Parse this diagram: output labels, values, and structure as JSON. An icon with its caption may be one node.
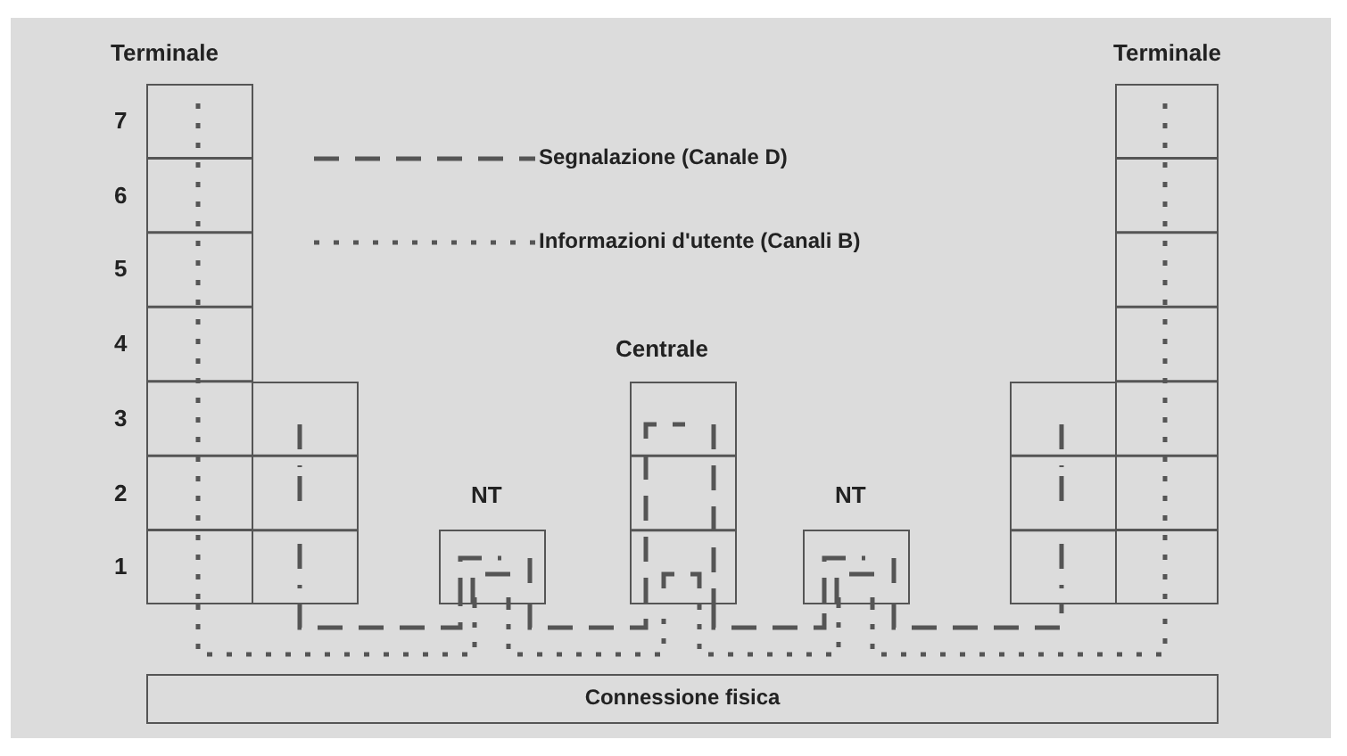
{
  "diagram": {
    "nodes": [
      {
        "text": [
          "Terminale"
        ]
      },
      {
        "text": [],
        "shape": "box"
      },
      {
        "text": [
          "NT"
        ]
      },
      {
        "text": [
          "Centrale"
        ]
      },
      {
        "text": [
          "NT"
        ]
      },
      {
        "text": [],
        "shape": "box"
      },
      {
        "text": [
          "Terminale"
        ]
      },
      {
        "text": [
          "Connessione fisica"
        ]
      }
    ],
    "edges": [
      {
        "from": 1,
        "to": 2,
        "arrow": "none",
        "style": "dashed"
      },
      {
        "from": 2,
        "to": 3,
        "arrow": "none",
        "style": "dashed"
      },
      {
        "from": 3,
        "to": 4,
        "arrow": "none",
        "style": "dashed"
      },
      {
        "from": 4,
        "to": 5,
        "arrow": "none",
        "style": "dashed"
      },
      {
        "from": 0,
        "to": 2,
        "arrow": "none"
      },
      {
        "from": 2,
        "to": 3,
        "arrow": "none"
      },
      {
        "from": 3,
        "to": 4,
        "arrow": "none"
      },
      {
        "from": 4,
        "to": 6,
        "arrow": "none"
      }
    ],
    "labels": [
      "7",
      "6",
      "5",
      "4",
      "3",
      "2",
      "1"
    ],
    "legend": [
      {
        "text": "Segnalazione (Canale D)"
      },
      {
        "text": "Informazioni d'utente (Canali B)"
      }
    ]
  }
}
